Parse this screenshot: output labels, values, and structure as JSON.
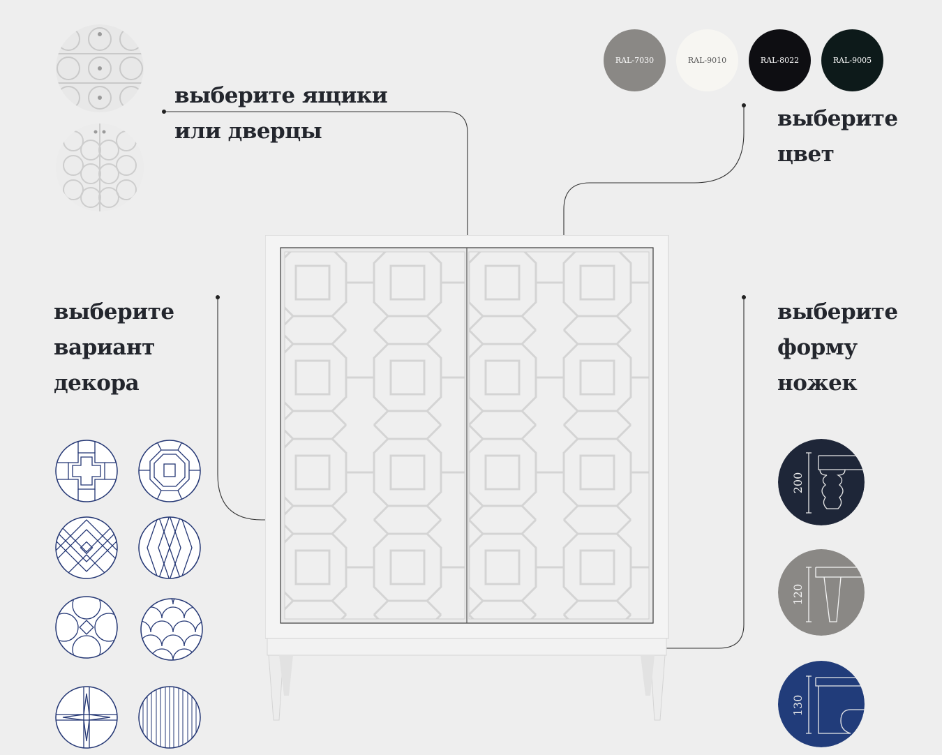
{
  "sections": {
    "fronts": {
      "lines": [
        "выберите ящики",
        "или дверцы"
      ],
      "options": [
        "drawers-front-icon",
        "doors-front-icon"
      ]
    },
    "color": {
      "lines": [
        "выберите",
        "цвет"
      ],
      "swatches": [
        {
          "code": "RAL-7030",
          "fill": "#8a8885",
          "text": "#ffffff"
        },
        {
          "code": "RAL-9010",
          "fill": "#f7f6f2",
          "text": "#555555"
        },
        {
          "code": "RAL-8022",
          "fill": "#0e0e12",
          "text": "#ffffff"
        },
        {
          "code": "RAL-9005",
          "fill": "#0d1a1a",
          "text": "#ffffff"
        }
      ]
    },
    "decor": {
      "lines": [
        "выберите",
        "вариант",
        "декора"
      ],
      "patterns": [
        "cross-pattern-icon",
        "octagon-pattern-icon",
        "lattice-pattern-icon",
        "diamond-pattern-icon",
        "circles-pattern-icon",
        "scales-pattern-icon",
        "star-pattern-icon",
        "stripes-pattern-icon"
      ]
    },
    "legs": {
      "lines": [
        "выберите",
        "форму",
        "ножек"
      ],
      "options": [
        {
          "height": "200",
          "fill": "#1e2638"
        },
        {
          "height": "120",
          "fill": "#8a8885"
        },
        {
          "height": "130",
          "fill": "#213c7a"
        }
      ]
    }
  },
  "colors": {
    "background": "#eeeeee",
    "line": "#2a2a2a",
    "pattern_stroke": "#223573",
    "cabinet": "#f2f2f2"
  }
}
